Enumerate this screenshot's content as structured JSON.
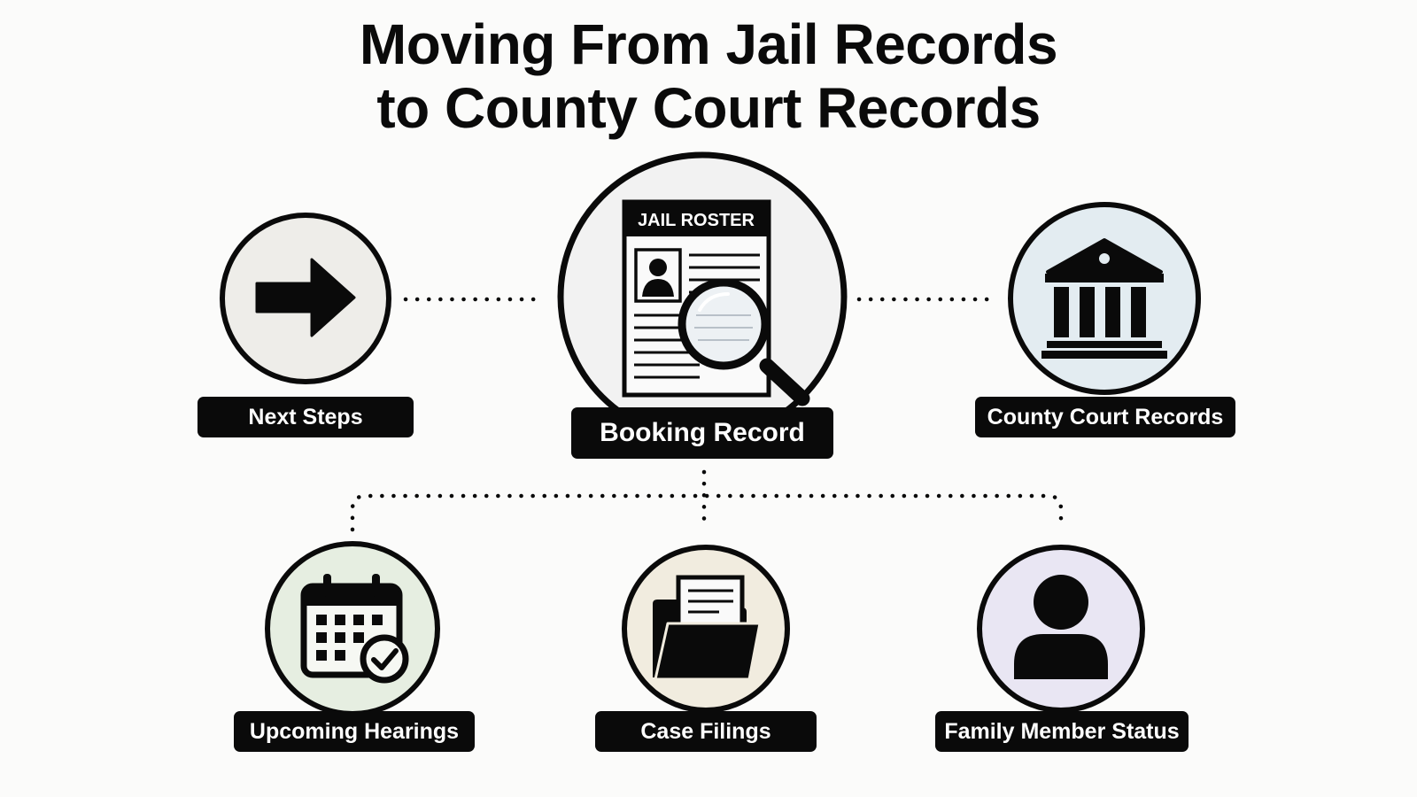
{
  "title": {
    "line1": "Moving From Jail Records",
    "line2": "to County Court Records"
  },
  "central": {
    "label": "Booking Record",
    "document_heading": "JAIL ROSTER",
    "icon": "jail-roster-magnifier-icon"
  },
  "nodes": {
    "next_steps": {
      "label": "Next Steps",
      "icon": "arrow-right-icon",
      "fill": "#eeede9"
    },
    "county_court": {
      "label": "County Court Records",
      "icon": "courthouse-icon",
      "fill": "#e3ecf1"
    },
    "upcoming_hearings": {
      "label": "Upcoming Hearings",
      "icon": "calendar-check-icon",
      "fill": "#e6eee1"
    },
    "case_filings": {
      "label": "Case Filings",
      "icon": "folder-icon",
      "fill": "#f1ecdf"
    },
    "family_member": {
      "label": "Family Member Status",
      "icon": "person-icon",
      "fill": "#e9e6f3"
    }
  },
  "colors": {
    "ink": "#0a0a0a",
    "background": "#fbfbfa",
    "central_fill": "#f2f2f2"
  }
}
